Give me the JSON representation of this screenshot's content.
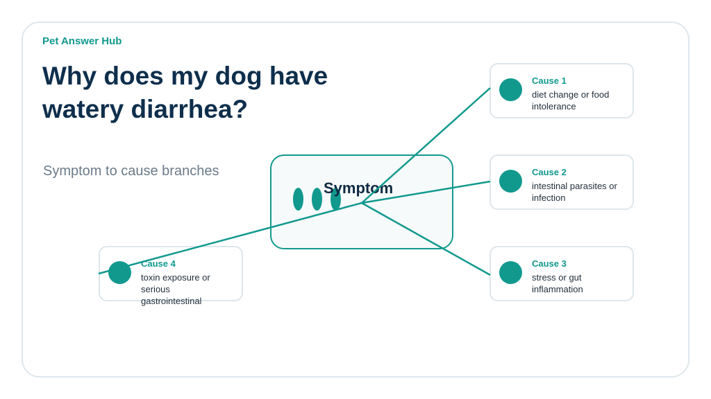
{
  "header": {
    "brand": "Pet Answer Hub",
    "title": "Why does my dog have watery diarrhea?",
    "subtitle": "Symptom to cause branches"
  },
  "diagram": {
    "center_label": "Symptom",
    "causes": [
      {
        "title": "Cause 1",
        "text": "diet change or food intolerance"
      },
      {
        "title": "Cause 2",
        "text": "intestinal parasites or infection"
      },
      {
        "title": "Cause 3",
        "text": "stress or gut inflammation"
      },
      {
        "title": "Cause 4",
        "text": "toxin exposure or serious gastrointestinal"
      }
    ]
  },
  "colors": {
    "accent": "#11998e",
    "title": "#0e2f4c",
    "subtitle": "#6b7a89",
    "border": "#dde6eb"
  }
}
